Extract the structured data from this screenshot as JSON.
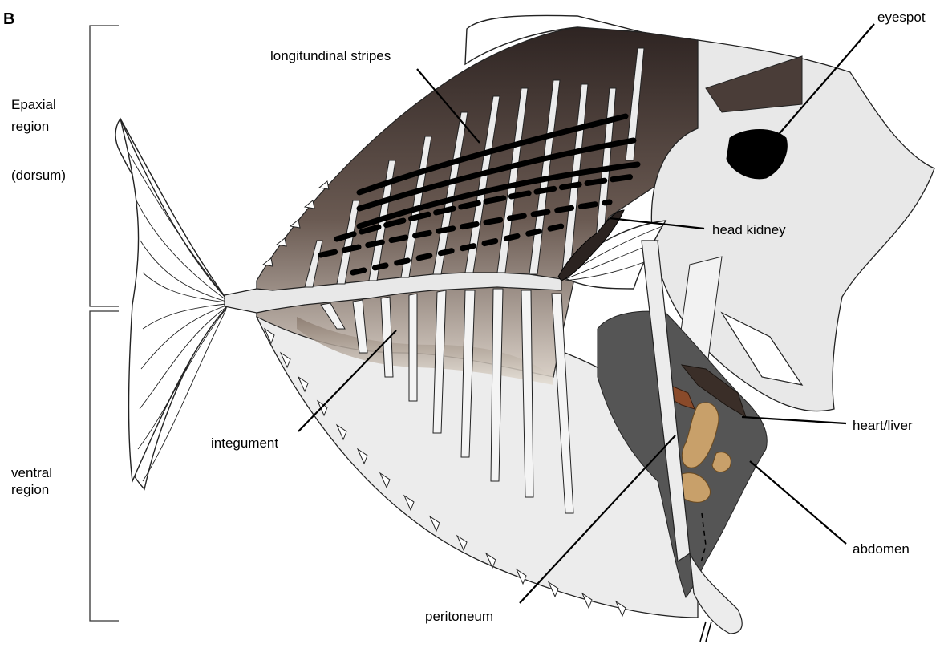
{
  "panel_label": "B",
  "regions": {
    "epaxial_line1": "Epaxial",
    "epaxial_line2": "region",
    "epaxial_sub": "(dorsum)",
    "ventral_line1": "ventral",
    "ventral_line2": "region"
  },
  "labels": {
    "longitudinal_stripes": "longitundinal stripes",
    "eyespot": "eyespot",
    "head_kidney": "head kidney",
    "integument": "integument",
    "heart_liver": "heart/liver",
    "abdomen": "abdomen",
    "peritoneum": "peritoneum"
  },
  "colors": {
    "dorsum_dark": "#3a2e2b",
    "dorsum_light": "#cbbfb3",
    "bone": "#e8e8e8",
    "abdomen": "#555555",
    "viscera": "#c8a06a",
    "head_kidney": "#2b2320",
    "eyespot": "#000000"
  }
}
